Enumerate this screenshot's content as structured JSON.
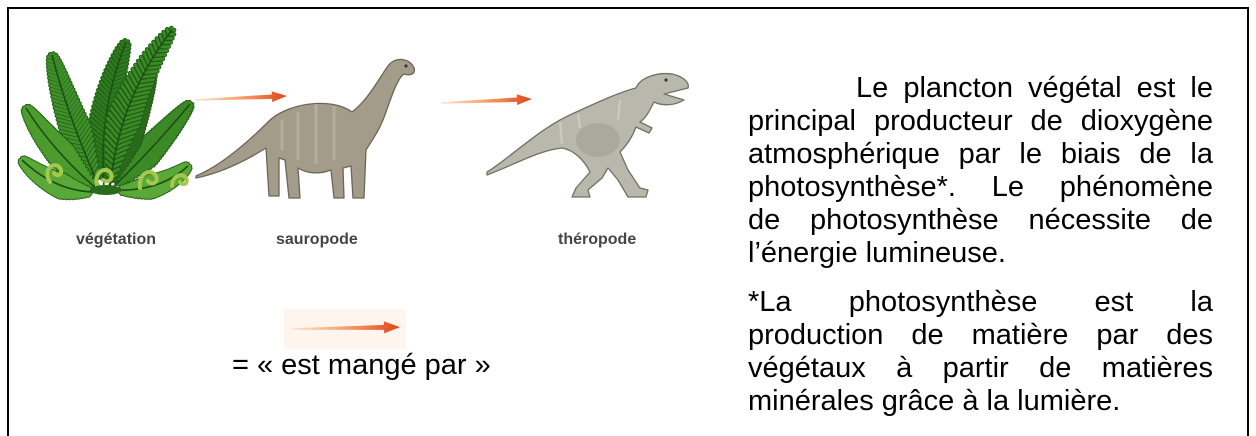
{
  "food_chain": {
    "labels": {
      "vegetation": "végétation",
      "sauropod": "sauropode",
      "theropod": "théropode"
    },
    "legend_text": "= « est mangé par »",
    "arrow_color": "#e2461a",
    "plant_color": "#3b8a26",
    "dinosaur_color": "#a39c8a"
  },
  "text": {
    "paragraph_1": [
      "Le plancton végétal est le",
      "principal producteur de dioxygène",
      "atmosphérique par le biais de la",
      "photosynthèse*. Le phénomène",
      "de photosynthèse nécessite de",
      "l’énergie lumineuse."
    ],
    "paragraph_2": [
      "*La photosynthèse est la",
      "production de matière par des",
      "végétaux à partir de matières",
      "minérales grâce à la lumière."
    ]
  }
}
